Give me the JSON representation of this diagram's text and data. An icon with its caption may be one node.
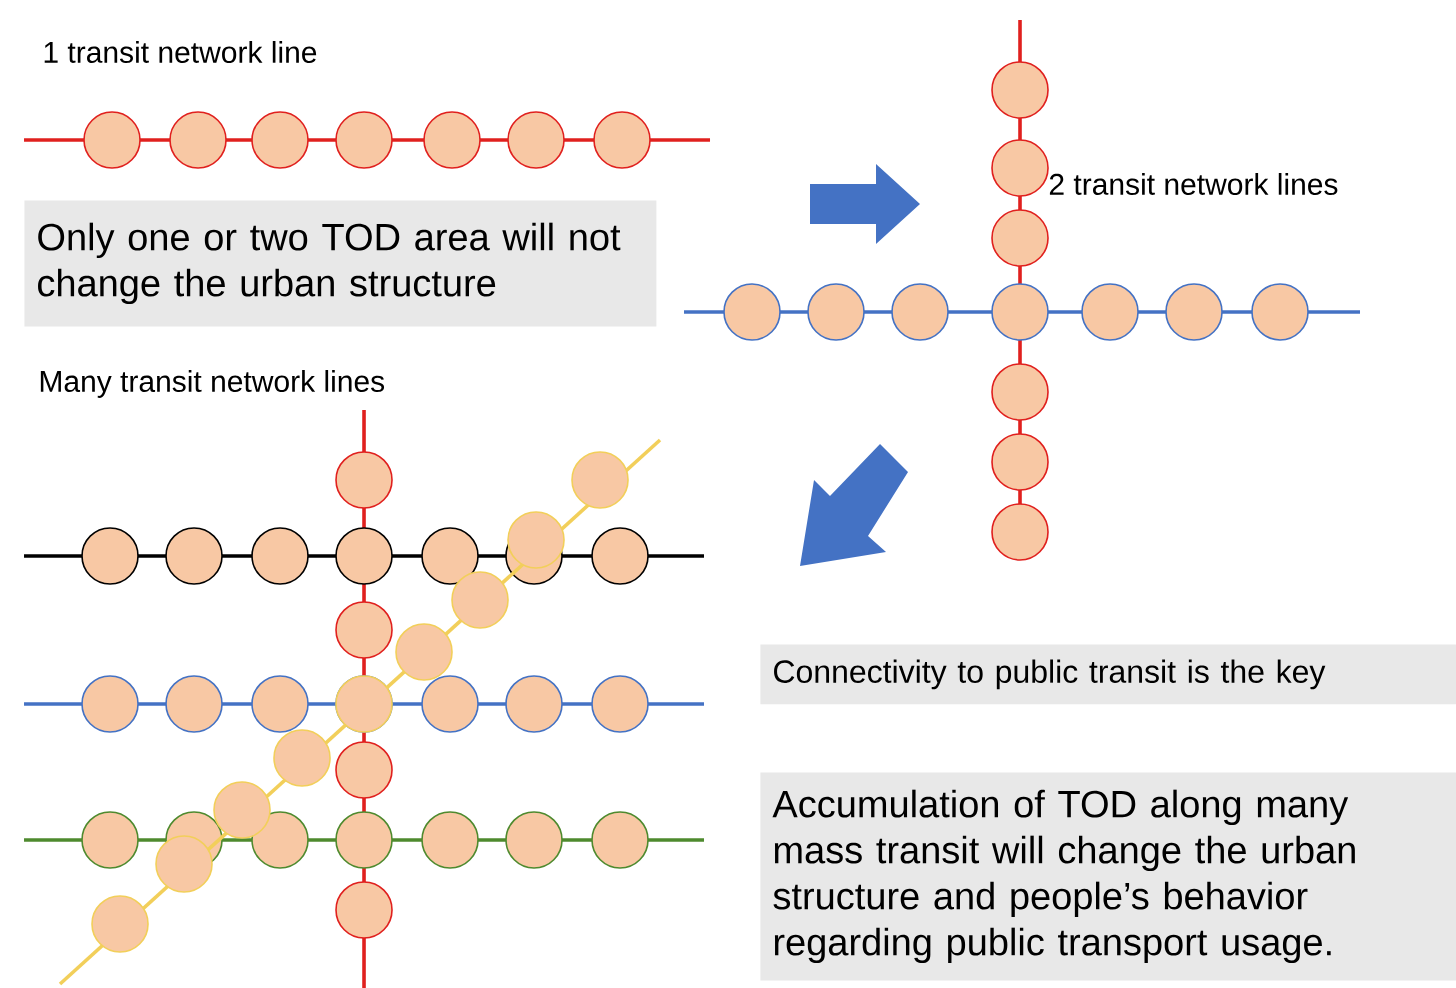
{
  "diagram": {
    "nodes": [
      {
        "text": [
          "Only one or two TOD area will not change the urban structure"
        ]
      },
      {
        "text": [
          "Connectivity to public transit is the key"
        ]
      },
      {
        "text": [
          "Accumulation of TOD along many mass transit will change the urban structure and people’s behavior regarding public transport usage."
        ]
      }
    ],
    "labels": [
      "1 transit network line",
      "2 transit network lines",
      "Many transit network lines"
    ]
  }
}
